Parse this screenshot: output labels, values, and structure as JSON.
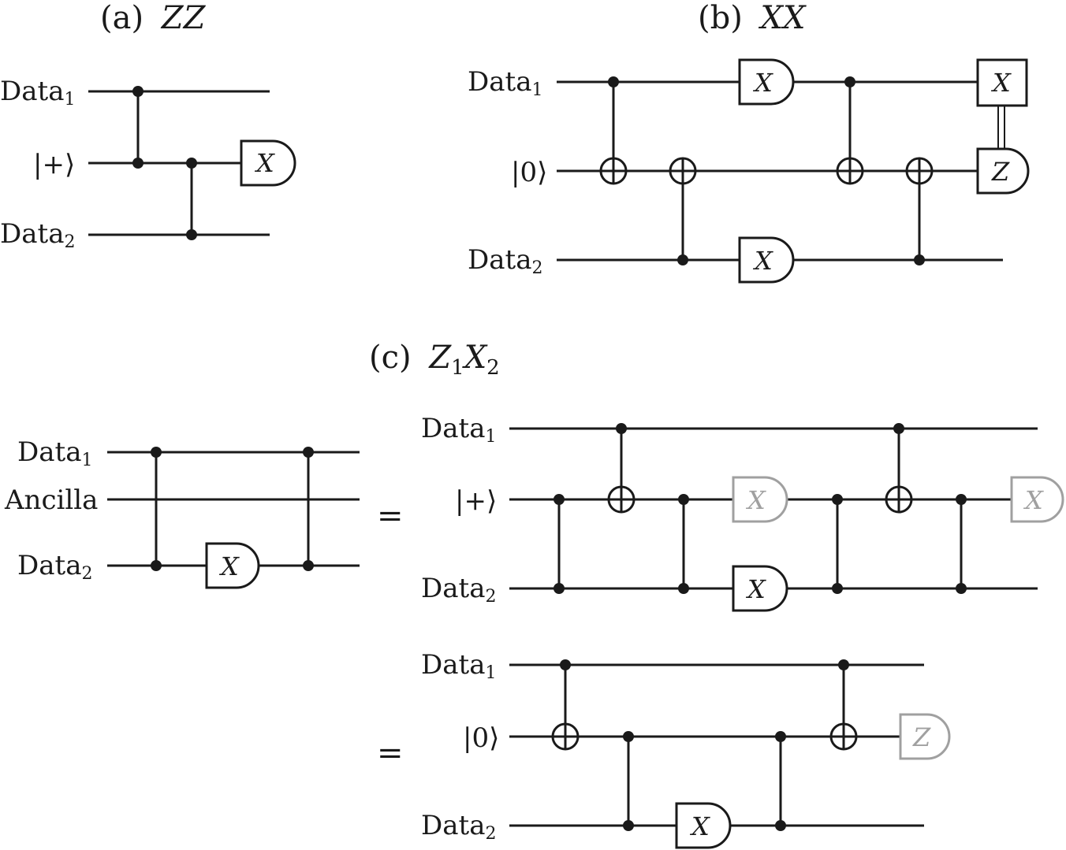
{
  "panels": {
    "a": {
      "tag": "(a)",
      "name": "ZZ"
    },
    "b": {
      "tag": "(b)",
      "name": "XX"
    },
    "c": {
      "tag": "(c)",
      "name_main": "Z",
      "name_sub1": "1",
      "name_main2": "X",
      "name_sub2": "2"
    }
  },
  "labels": {
    "data": "Data",
    "sub1": "1",
    "sub2": "2",
    "plus_state": "|+⟩",
    "zero_state": "|0⟩",
    "ancilla": "Ancilla",
    "equals": "="
  },
  "gates": {
    "x": "X",
    "z": "Z"
  },
  "colors": {
    "ink": "#1a1a1a",
    "gray_gate": "#a0a0a0"
  }
}
